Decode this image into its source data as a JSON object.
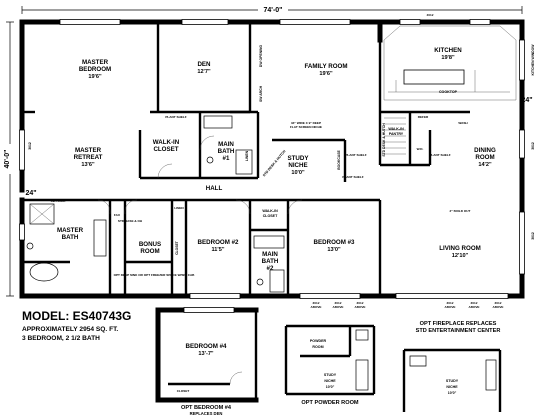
{
  "overall_width": "74'-0\"",
  "overall_depth": "40'-0\"",
  "side_dims": {
    "right": "24\"",
    "left": "24\""
  },
  "model": {
    "name": "MODEL: ES40743G",
    "sqft": "APPROXIMATELY 2954 SQ. FT.",
    "beds": "3 BEDROOM, 2 1/2 BATH"
  },
  "rooms": {
    "master_bedroom": {
      "name": "MASTER",
      "name2": "BEDROOM",
      "dim": "19'6\""
    },
    "den": {
      "name": "DEN",
      "dim": "12'7\""
    },
    "family_room": {
      "name": "FAMILY ROOM",
      "dim": "19'6\""
    },
    "kitchen": {
      "name": "KITCHEN",
      "dim": "19'8\""
    },
    "master_retreat": {
      "name": "MASTER",
      "name2": "RETREAT",
      "dim": "13'6\""
    },
    "walk_in_closet": {
      "name": "WALK-IN",
      "name2": "CLOSET"
    },
    "main_bath_1": {
      "name": "MAIN",
      "name2": "BATH",
      "name3": "#1"
    },
    "study_niche": {
      "name": "STUDY",
      "name2": "NICHE",
      "dim": "10'0\""
    },
    "walk_in_pantry": {
      "name": "WALK-IN",
      "name2": "PANTRY"
    },
    "dining_room": {
      "name": "DINING",
      "name2": "ROOM",
      "dim": "14'2\""
    },
    "hall": {
      "name": "HALL"
    },
    "master_bath": {
      "name": "MASTER",
      "name2": "BATH"
    },
    "bonus_room": {
      "name": "BONUS",
      "name2": "ROOM"
    },
    "bedroom_2": {
      "name": "BEDROOM #2",
      "dim": "11'5\""
    },
    "walk_in_closet_2": {
      "name": "WALK-IN",
      "name2": "CLOSET"
    },
    "main_bath_2": {
      "name": "MAIN",
      "name2": "BATH",
      "name3": "#2"
    },
    "bedroom_3": {
      "name": "BEDROOM #3",
      "dim": "13'0\""
    },
    "living_room": {
      "name": "LIVING ROOM",
      "dim": "12'10\""
    }
  },
  "labels": {
    "cooktop": "COOKTOP",
    "dw_opening": "DW OPENING",
    "sw_arch": "SW ARCH",
    "sw_arch_main": "SW ARCH",
    "plant_shelf": "PLANT SHELF",
    "flat_screen": "34\" WIDE X 9\" DEEP",
    "flat_screen2": "FLAT SCREEN NICHE",
    "desk": "STD DESK & HUTCH",
    "bookcase": "BOOKCASE",
    "refer": "REFER",
    "wash": "WASH",
    "dryer": "DRYER",
    "wd": "W.D.",
    "closet": "CLOSET",
    "linen": "LINEN",
    "std_base": "STD BASE & OH",
    "opt_deep_sink": "OPT DEEP SINK OR OPT FREEZER SPACE W/SIM CAB",
    "fau": "FAU",
    "build_out": "2\" BUILD OUT",
    "kitchen_window": "KITCHEN WINDOW",
    "window_3012": "3012",
    "window_above": "ABOVE",
    "window_4012": "4012",
    "window_5012": "5012",
    "sb_arch": "SB ARCH",
    "std_entertainment": "STD ENTERTAINMENT"
  },
  "options": {
    "bedroom4": {
      "name": "BEDROOM #4",
      "dim": "13'-7\"",
      "closet": "CLOSET",
      "caption": "OPT BEDROOM #4",
      "subcaption": "REPLACES DEN"
    },
    "powder": {
      "name": "POWDER",
      "name2": "ROOM",
      "study": "STUDY",
      "study2": "NICHE",
      "dim": "10'0\"",
      "caption": "OPT POWDER ROOM"
    },
    "fireplace": {
      "caption": "OPT FIREPLACE REPLACES",
      "caption2": "STD ENTERTAINMENT CENTER",
      "study": "STUDY",
      "study2": "NICHE",
      "dim": "10'0\""
    }
  }
}
